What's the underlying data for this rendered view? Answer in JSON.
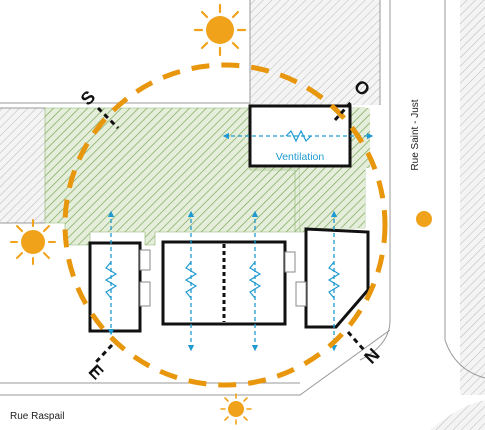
{
  "streets": {
    "east": "Rue Saint - Just",
    "south": "Rue Raspail"
  },
  "directions": {
    "south": "S",
    "west": "O",
    "east": "E",
    "north": "N"
  },
  "legend": {
    "ventilation": "Ventilation"
  },
  "colors": {
    "garden_hatch": "#7fa85a",
    "garden_fill": "#e4eedb",
    "hatch_building": "#b9b9b9",
    "sun_path": "#e8960c",
    "sun": "#f0a21a",
    "ventilation": "#1f9bd1",
    "walls": "#111111"
  },
  "icons": [
    "sun-icon",
    "sun-icon",
    "sun-icon",
    "sun-dot-icon"
  ]
}
